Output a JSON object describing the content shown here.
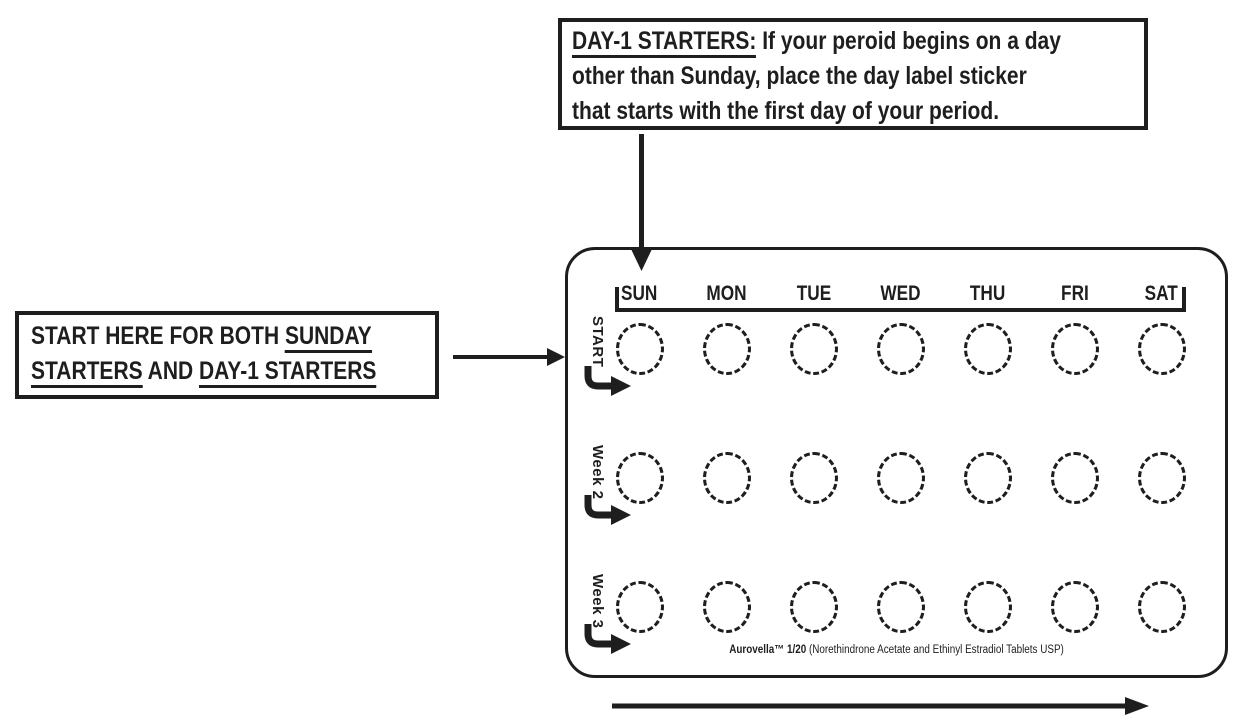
{
  "colors": {
    "ink": "#1e1e1e",
    "paper": "#ffffff"
  },
  "top_callout": {
    "heading": "DAY-1 STARTERS:",
    "line1_rest": " If your peroid begins on a day",
    "line2": "other than Sunday, place the day label sticker",
    "line3": "that starts with the first day of your period."
  },
  "left_callout": {
    "line1_plain": "START HERE FOR BOTH ",
    "line1_underlined": "SUNDAY",
    "line2_underlined_a": "STARTERS",
    "line2_plain": " AND ",
    "line2_underlined_b": "DAY-1 STARTERS"
  },
  "pill_pack": {
    "day_headers": [
      "SUN",
      "MON",
      "TUE",
      "WED",
      "THU",
      "FRI",
      "SAT"
    ],
    "rows": [
      {
        "label": "START",
        "pills": 7
      },
      {
        "label": "Week 2",
        "pills": 7
      },
      {
        "label": "Week 3",
        "pills": 7
      }
    ],
    "footer_brand": "Aurovella™ 1/20",
    "footer_generic": " (Norethindrone Acetate and Ethinyl Estradiol Tablets USP)"
  }
}
